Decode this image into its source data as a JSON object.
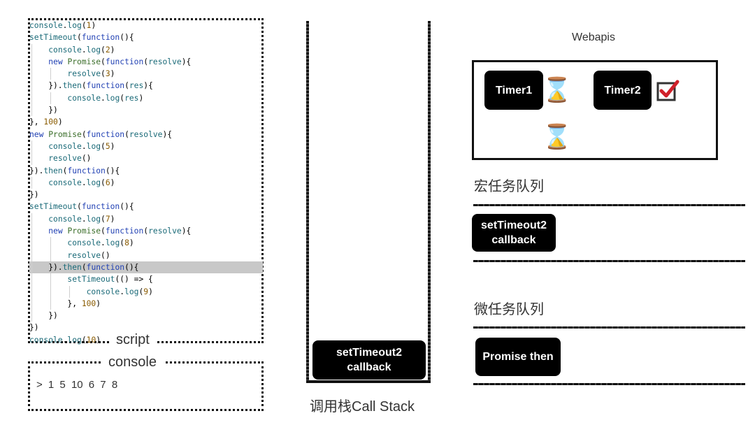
{
  "script": {
    "title": "script",
    "code_lines": [
      "console.log(1)",
      "setTimeout(function(){",
      "    console.log(2)",
      "    new Promise(function(resolve){",
      "        resolve(3)",
      "    }).then(function(res){",
      "        console.log(res)",
      "    })",
      "}, 100)",
      "new Promise(function(resolve){",
      "    console.log(5)",
      "    resolve()",
      "}).then(function(){",
      "    console.log(6)",
      "})",
      "setTimeout(function(){",
      "    console.log(7)",
      "    new Promise(function(resolve){",
      "        console.log(8)",
      "        resolve()",
      "    }).then(function(){",
      "        setTimeout(() => {",
      "            console.log(9)",
      "        }, 100)",
      "    })",
      "})",
      "console.log(10)"
    ],
    "highlighted_line": 20
  },
  "console": {
    "title": "console",
    "output": "> 1 5 10 6 7 8"
  },
  "call_stack": {
    "label": "调用栈Call Stack",
    "items": [
      {
        "line1": "setTimeout2",
        "line2": "callback"
      }
    ]
  },
  "webapis": {
    "title": "Webapis",
    "timers": [
      {
        "label": "Timer1",
        "icon": "hourglass-icon"
      },
      {
        "label": "Timer2",
        "icon": "checkbox-checked-icon"
      }
    ],
    "extra_icon": "hourglass-icon"
  },
  "macro_queue": {
    "label": "宏任务队列",
    "items": [
      {
        "line1": "setTimeout2",
        "line2": "callback"
      }
    ]
  },
  "micro_queue": {
    "label": "微任务队列",
    "items": [
      {
        "line1": "Promise then"
      }
    ]
  },
  "colors": {
    "pill_bg": "#000000",
    "check_red": "#d0212a",
    "highlight": "#c8c8c8"
  }
}
